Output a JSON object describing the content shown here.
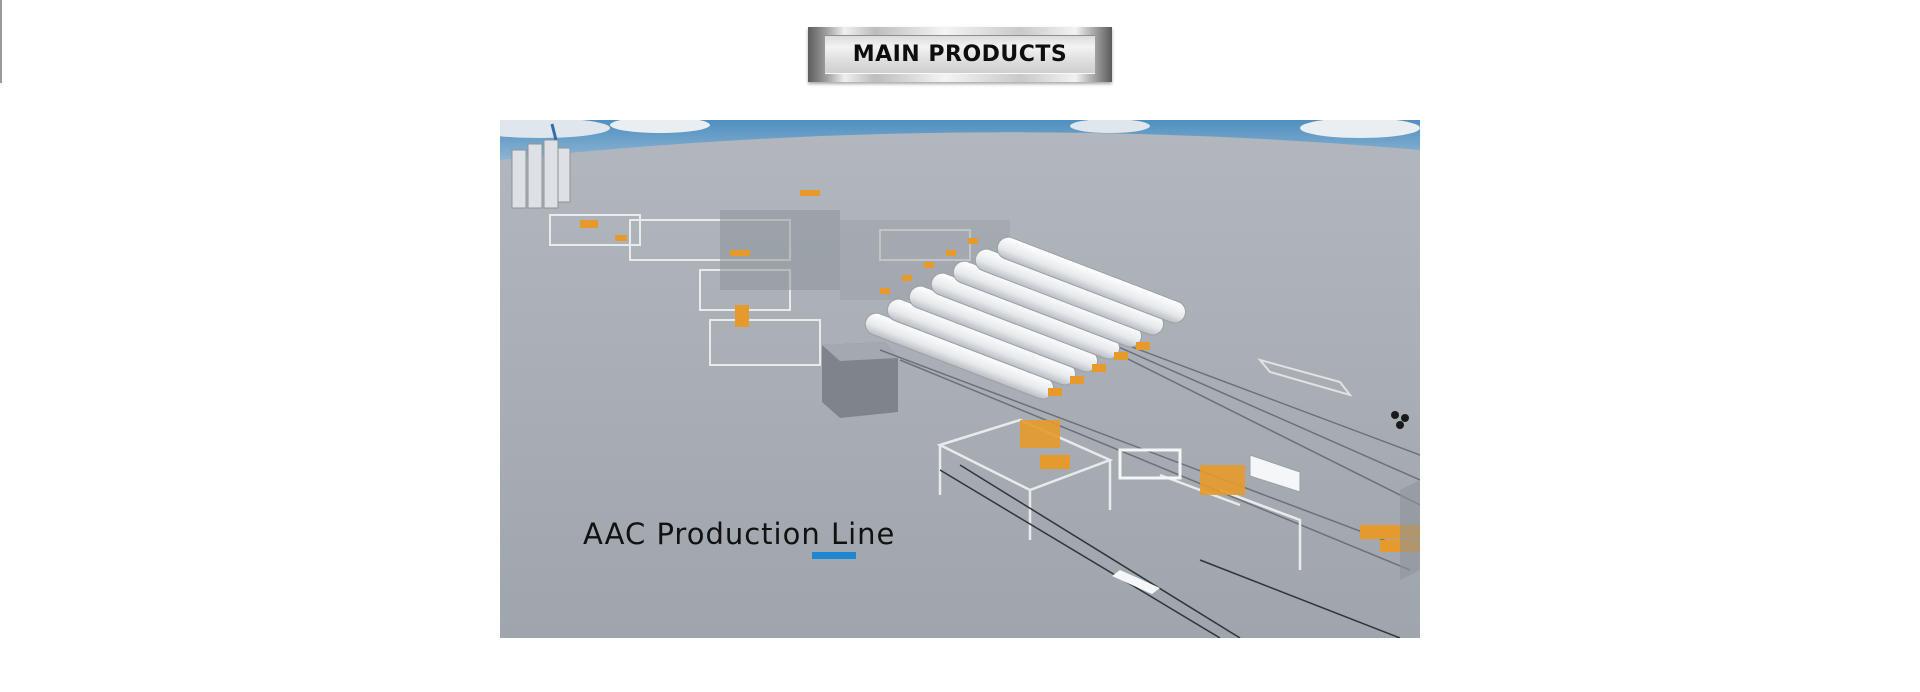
{
  "header": {
    "title": "MAIN PRODUCTS"
  },
  "banner": {
    "caption": "AAC Production Line",
    "accent_color": "#1f86d4",
    "image_subject": "aac-production-line-render"
  }
}
